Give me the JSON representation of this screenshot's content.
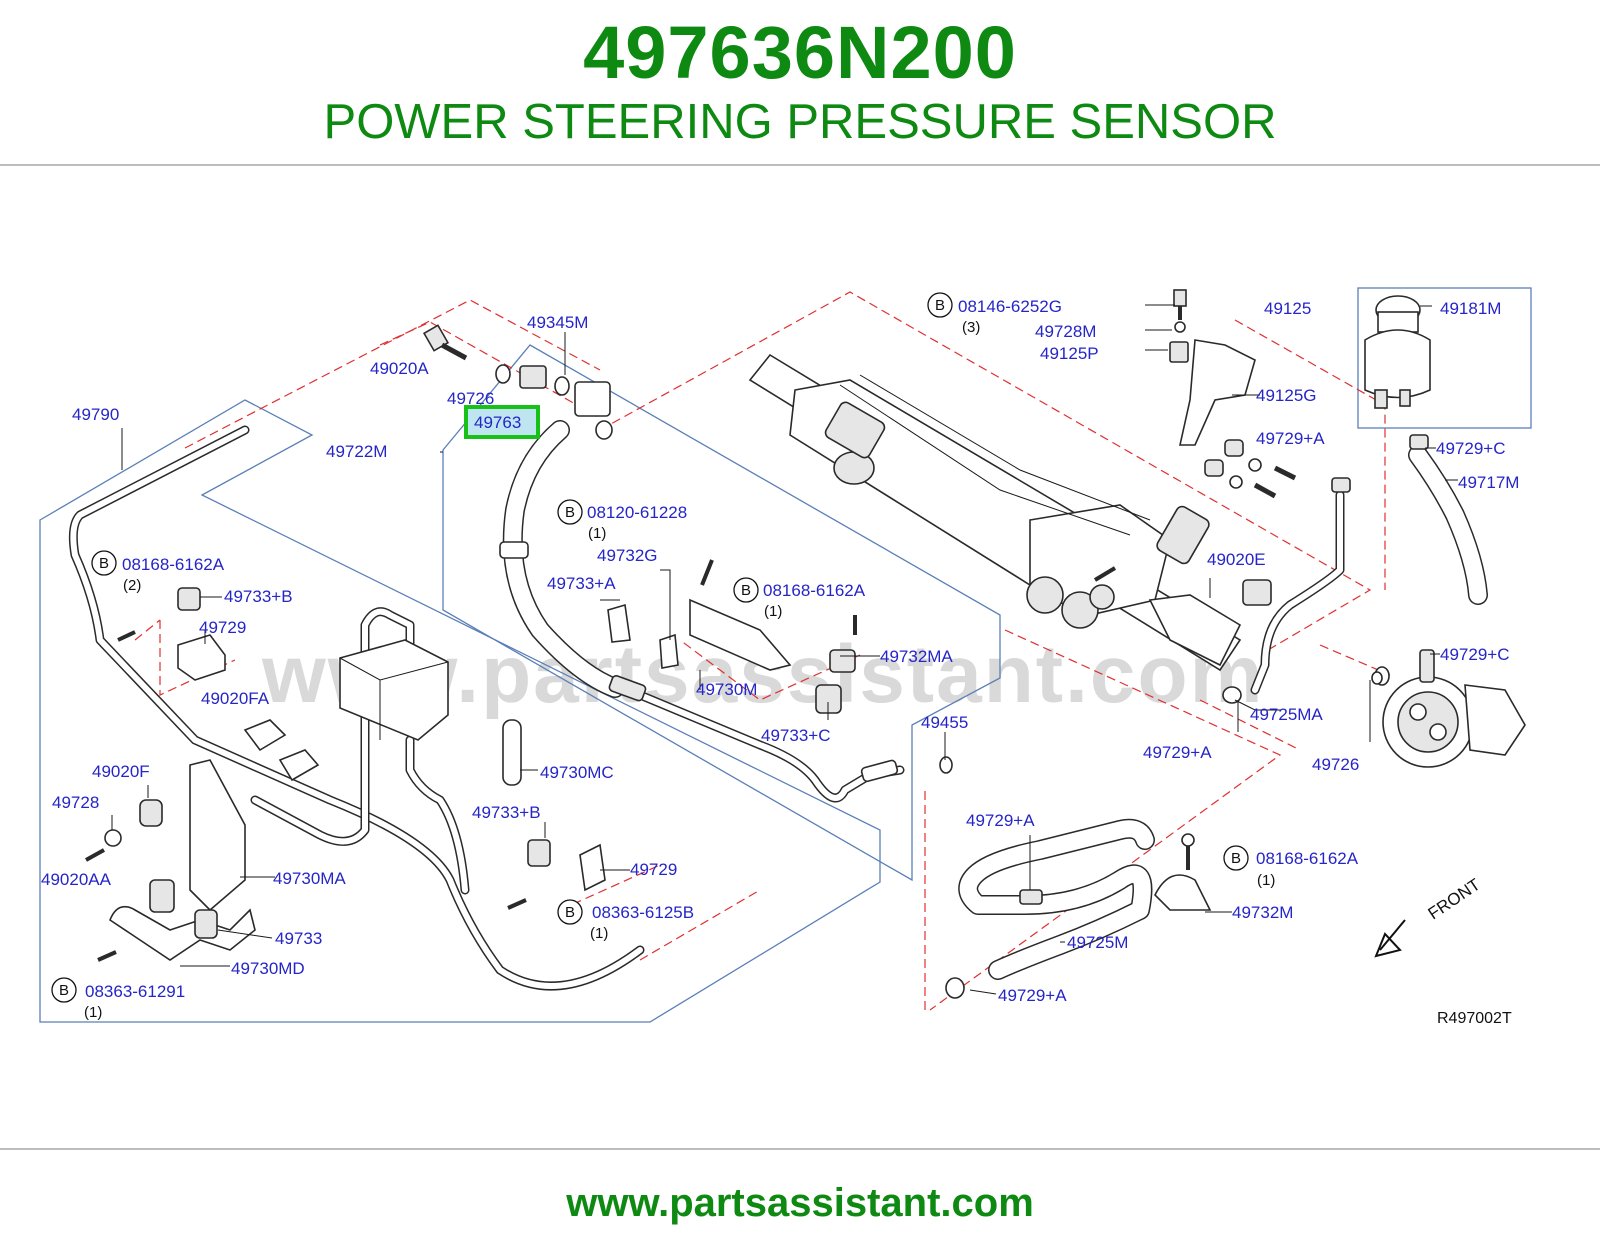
{
  "header": {
    "part_number": "497636N200",
    "part_name": "POWER STEERING PRESSURE SENSOR"
  },
  "diagram": {
    "highlighted_part": "49763",
    "watermark": "www.partsassistant.com",
    "reference_code": "R497002T",
    "direction_label": "FRONT",
    "callouts": [
      {
        "id": "49790",
        "text": "49790"
      },
      {
        "id": "49020A",
        "text": "49020A"
      },
      {
        "id": "49345M",
        "text": "49345M"
      },
      {
        "id": "49726-a",
        "text": "49726"
      },
      {
        "id": "49763",
        "text": "49763"
      },
      {
        "id": "49722M",
        "text": "49722M"
      },
      {
        "id": "b-08120-61228",
        "text": "08120-61228"
      },
      {
        "id": "qty-08120",
        "text": "(1)"
      },
      {
        "id": "49732G",
        "text": "49732G"
      },
      {
        "id": "49733-A-1",
        "text": "49733+A"
      },
      {
        "id": "b-08168-6162A-mid",
        "text": "08168-6162A"
      },
      {
        "id": "qty-08168-mid",
        "text": "(1)"
      },
      {
        "id": "49732MA",
        "text": "49732MA"
      },
      {
        "id": "49730M",
        "text": "49730M"
      },
      {
        "id": "49733-C",
        "text": "49733+C"
      },
      {
        "id": "b-08168-6162A-left",
        "text": "08168-6162A"
      },
      {
        "id": "qty-08168-left",
        "text": "(2)"
      },
      {
        "id": "49733-B-1",
        "text": "49733+B"
      },
      {
        "id": "49729-1",
        "text": "49729"
      },
      {
        "id": "49020FA",
        "text": "49020FA"
      },
      {
        "id": "49020F",
        "text": "49020F"
      },
      {
        "id": "49728",
        "text": "49728"
      },
      {
        "id": "49020AA",
        "text": "49020AA"
      },
      {
        "id": "49730MA",
        "text": "49730MA"
      },
      {
        "id": "49733",
        "text": "49733"
      },
      {
        "id": "49730MD",
        "text": "49730MD"
      },
      {
        "id": "b-08363-61291",
        "text": "08363-61291"
      },
      {
        "id": "qty-08363-61291",
        "text": "(1)"
      },
      {
        "id": "49730MC",
        "text": "49730MC"
      },
      {
        "id": "49733-B-2",
        "text": "49733+B"
      },
      {
        "id": "49729-2",
        "text": "49729"
      },
      {
        "id": "b-08363-6125B",
        "text": "08363-6125B"
      },
      {
        "id": "qty-08363-6125B",
        "text": "(1)"
      },
      {
        "id": "49455",
        "text": "49455"
      },
      {
        "id": "b-08146-6252G",
        "text": "08146-6252G"
      },
      {
        "id": "qty-08146",
        "text": "(3)"
      },
      {
        "id": "49728M",
        "text": "49728M"
      },
      {
        "id": "49125P",
        "text": "49125P"
      },
      {
        "id": "49125",
        "text": "49125"
      },
      {
        "id": "49181M",
        "text": "49181M"
      },
      {
        "id": "49125G",
        "text": "49125G"
      },
      {
        "id": "49729-A-1",
        "text": "49729+A"
      },
      {
        "id": "49729-C-1",
        "text": "49729+C"
      },
      {
        "id": "49717M",
        "text": "49717M"
      },
      {
        "id": "49020E",
        "text": "49020E"
      },
      {
        "id": "49729-C-2",
        "text": "49729+C"
      },
      {
        "id": "49725MA",
        "text": "49725MA"
      },
      {
        "id": "49729-A-2",
        "text": "49729+A"
      },
      {
        "id": "49726-b",
        "text": "49726"
      },
      {
        "id": "49729-A-3",
        "text": "49729+A"
      },
      {
        "id": "b-08168-6162A-right",
        "text": "08168-6162A"
      },
      {
        "id": "qty-08168-right",
        "text": "(1)"
      },
      {
        "id": "49732M",
        "text": "49732M"
      },
      {
        "id": "49725M",
        "text": "49725M"
      },
      {
        "id": "49729-A-4",
        "text": "49729+A"
      }
    ],
    "b_marker": "B"
  },
  "footer": {
    "url": "www.partsassistant.com"
  },
  "colors": {
    "title_green": "#0e8a12",
    "label_blue": "#2525c8",
    "highlight_box": "#17c117",
    "highlight_fill": "#bfe6f0",
    "guide_red": "#e03030",
    "frame_blue": "#5a7fb8"
  }
}
